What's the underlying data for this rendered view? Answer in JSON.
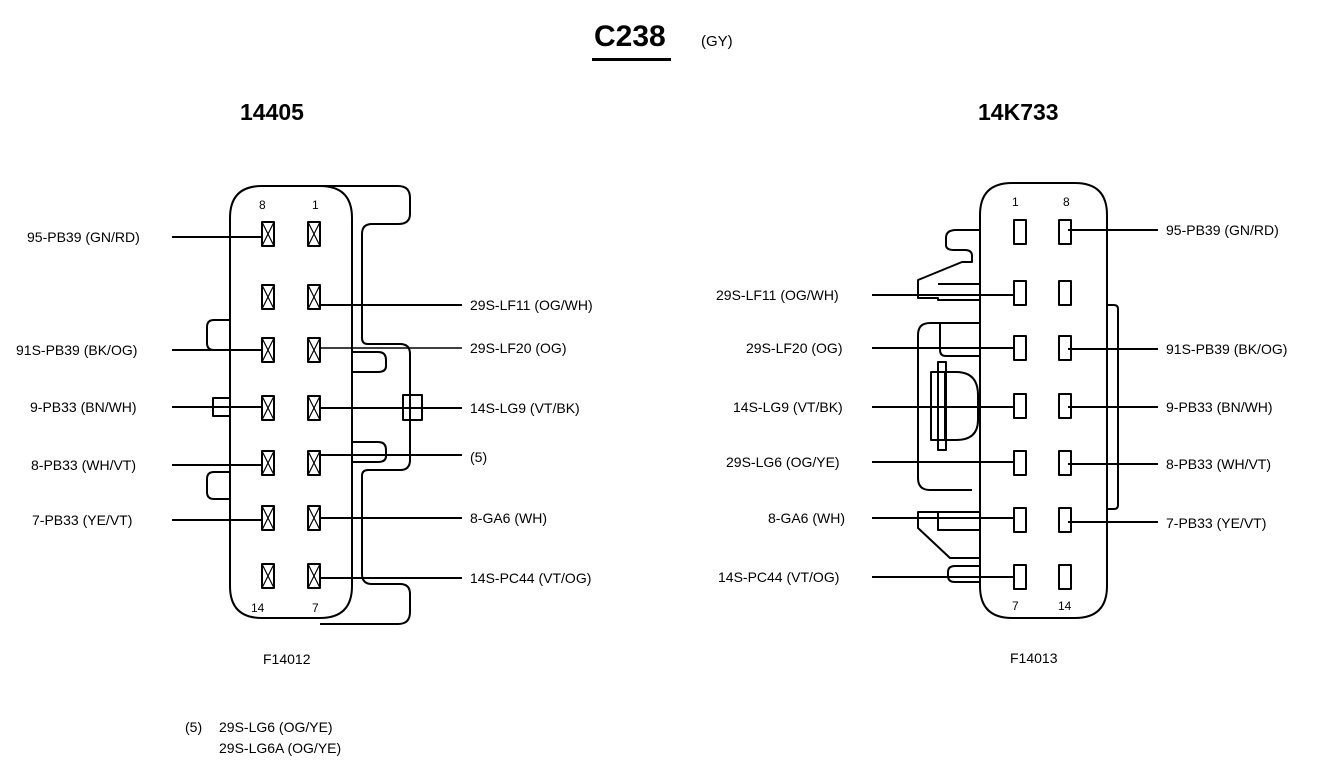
{
  "title": "C238",
  "title_color_code": "(GY)",
  "left": {
    "part_number": "14405",
    "figure_code": "F14012",
    "pin_numbers": {
      "top_left": "8",
      "top_right": "1",
      "bottom_left": "14",
      "bottom_right": "7"
    },
    "labels": [
      {
        "side": "left",
        "text": "95-PB39 (GN/RD)"
      },
      {
        "side": "left",
        "text": "91S-PB39 (BK/OG)"
      },
      {
        "side": "left",
        "text": "9-PB33 (BN/WH)"
      },
      {
        "side": "left",
        "text": "8-PB33 (WH/VT)"
      },
      {
        "side": "left",
        "text": "7-PB33 (YE/VT)"
      },
      {
        "side": "right",
        "text": "29S-LF11 (OG/WH)"
      },
      {
        "side": "right",
        "text": "29S-LF20 (OG)"
      },
      {
        "side": "right",
        "text": "14S-LG9 (VT/BK)"
      },
      {
        "side": "right",
        "text": "(5)"
      },
      {
        "side": "right",
        "text": "8-GA6 (WH)"
      },
      {
        "side": "right",
        "text": "14S-PC44 (VT/OG)"
      }
    ]
  },
  "right": {
    "part_number": "14K733",
    "figure_code": "F14013",
    "pin_numbers": {
      "top_left": "1",
      "top_right": "8",
      "bottom_left": "7",
      "bottom_right": "14"
    },
    "labels": [
      {
        "side": "right",
        "text": "95-PB39 (GN/RD)"
      },
      {
        "side": "left",
        "text": "29S-LF11 (OG/WH)"
      },
      {
        "side": "left",
        "text": "29S-LF20 (OG)"
      },
      {
        "side": "right",
        "text": "91S-PB39 (BK/OG)"
      },
      {
        "side": "left",
        "text": "14S-LG9 (VT/BK)"
      },
      {
        "side": "right",
        "text": "9-PB33 (BN/WH)"
      },
      {
        "side": "left",
        "text": "29S-LG6 (OG/YE)"
      },
      {
        "side": "right",
        "text": "8-PB33 (WH/VT)"
      },
      {
        "side": "left",
        "text": "8-GA6 (WH)"
      },
      {
        "side": "right",
        "text": "7-PB33 (YE/VT)"
      },
      {
        "side": "left",
        "text": "14S-PC44 (VT/OG)"
      }
    ]
  },
  "footnote": {
    "ref": "(5)",
    "lines": [
      "29S-LG6 (OG/YE)",
      "29S-LG6A (OG/YE)"
    ]
  }
}
